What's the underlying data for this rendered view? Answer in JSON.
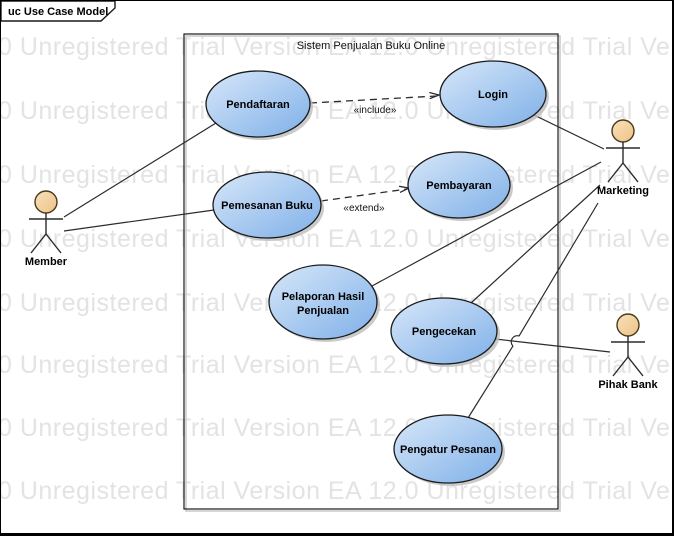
{
  "frame": {
    "label": "uc Use Case Model"
  },
  "watermark": {
    "text": "0 Unregistered Trial Version   EA 12.0 Unregistered Trial Version   EA 12.0",
    "color": "#e3e3e3"
  },
  "boundary": {
    "title": "Sistem Penjualan Buku Online"
  },
  "usecases": [
    {
      "id": "pendaftaran",
      "label": "Pendaftaran"
    },
    {
      "id": "login",
      "label": "Login"
    },
    {
      "id": "pemesanan-buku",
      "label": "Pemesanan Buku"
    },
    {
      "id": "pembayaran",
      "label": "Pembayaran"
    },
    {
      "id": "pelaporan-hasil-penjualan",
      "label_lines": [
        "Pelaporan Hasil",
        "Penjualan"
      ]
    },
    {
      "id": "pengecekan",
      "label": "Pengecekan"
    },
    {
      "id": "pengatur-pesanan",
      "label": "Pengatur Pesanan"
    }
  ],
  "actors": [
    {
      "id": "member",
      "label": "Member"
    },
    {
      "id": "marketing",
      "label": "Marketing"
    },
    {
      "id": "pihak-bank",
      "label": "Pihak Bank"
    }
  ],
  "relationships": {
    "include_label": "«include»",
    "extend_label": "«extend»"
  },
  "colors": {
    "usecase_fill_light": "#d7e7f9",
    "usecase_fill_dark": "#7fb0e8",
    "usecase_stroke": "#1a1a1a",
    "actor_head_light": "#f8e2ba",
    "actor_head_dark": "#edc286",
    "line": "#2b2b2b",
    "shadow": "#bdbdbd",
    "watermark": "#e3e3e3",
    "background": "#ffffff"
  }
}
